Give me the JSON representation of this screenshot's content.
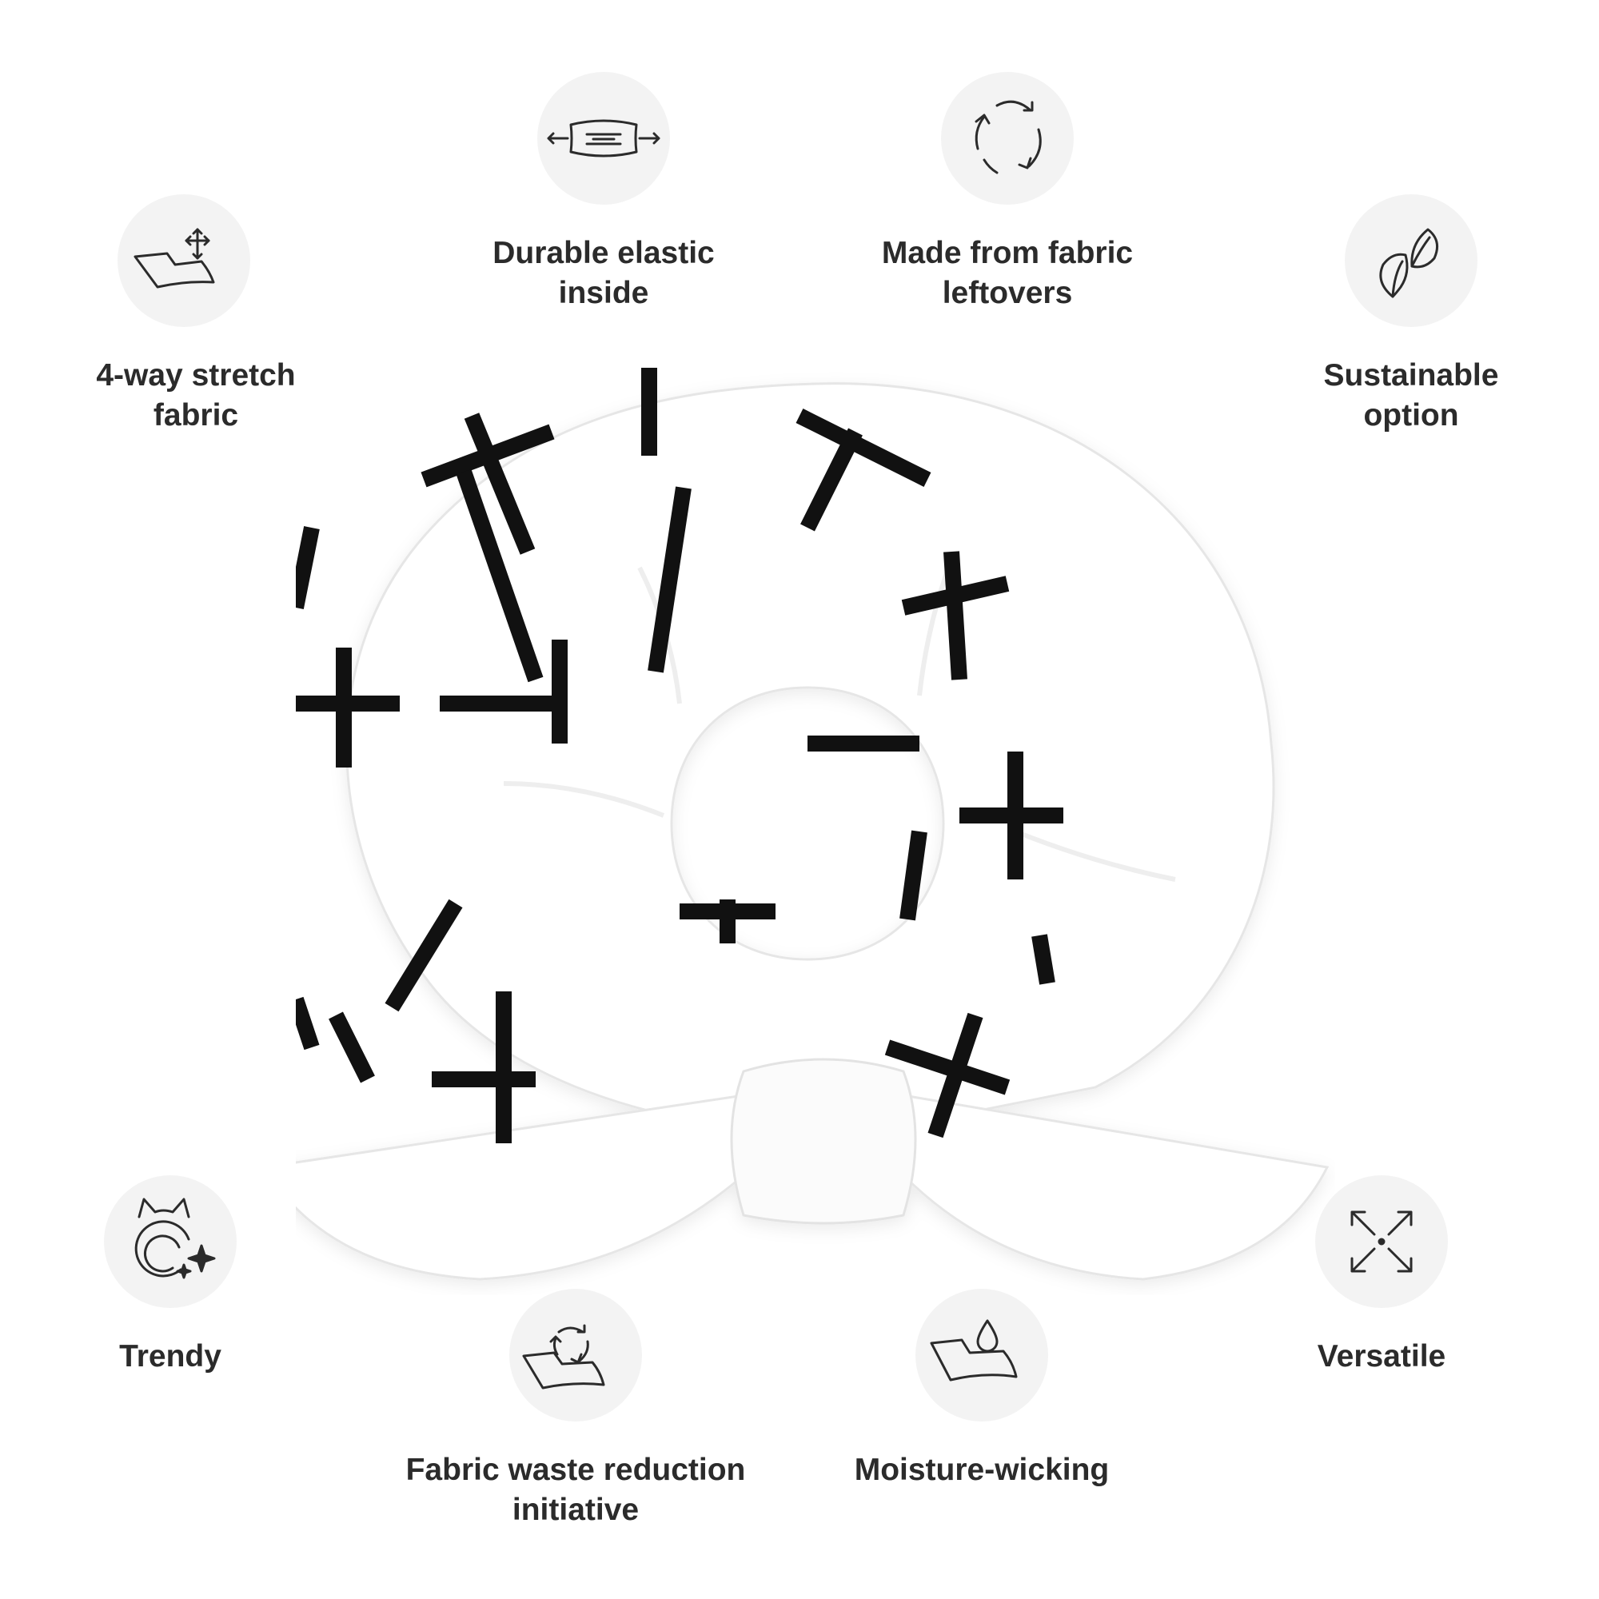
{
  "features": [
    {
      "id": "stretch",
      "label_line1": "4-way stretch",
      "label_line2": "fabric",
      "icon": "stretch-fabric-icon"
    },
    {
      "id": "elastic",
      "label_line1": "Durable elastic",
      "label_line2": "inside",
      "icon": "elastic-icon"
    },
    {
      "id": "leftovers",
      "label_line1": "Made from fabric",
      "label_line2": "leftovers",
      "icon": "recycle-icon"
    },
    {
      "id": "sustainable",
      "label_line1": "Sustainable",
      "label_line2": "option",
      "icon": "leaves-icon"
    },
    {
      "id": "trendy",
      "label_line1": "Trendy",
      "label_line2": "",
      "icon": "trendy-sparkle-icon"
    },
    {
      "id": "waste",
      "label_line1": "Fabric waste reduction",
      "label_line2": "initiative",
      "icon": "fabric-recycle-icon"
    },
    {
      "id": "moisture",
      "label_line1": "Moisture-wicking",
      "label_line2": "",
      "icon": "water-drop-icon"
    },
    {
      "id": "versatile",
      "label_line1": "Versatile",
      "label_line2": "",
      "icon": "expand-arrows-icon"
    }
  ],
  "colors": {
    "circle_bg": "#f3f3f3",
    "text": "#2b2b2b",
    "icon_stroke": "#2b2b2b",
    "pattern": "#111111"
  }
}
